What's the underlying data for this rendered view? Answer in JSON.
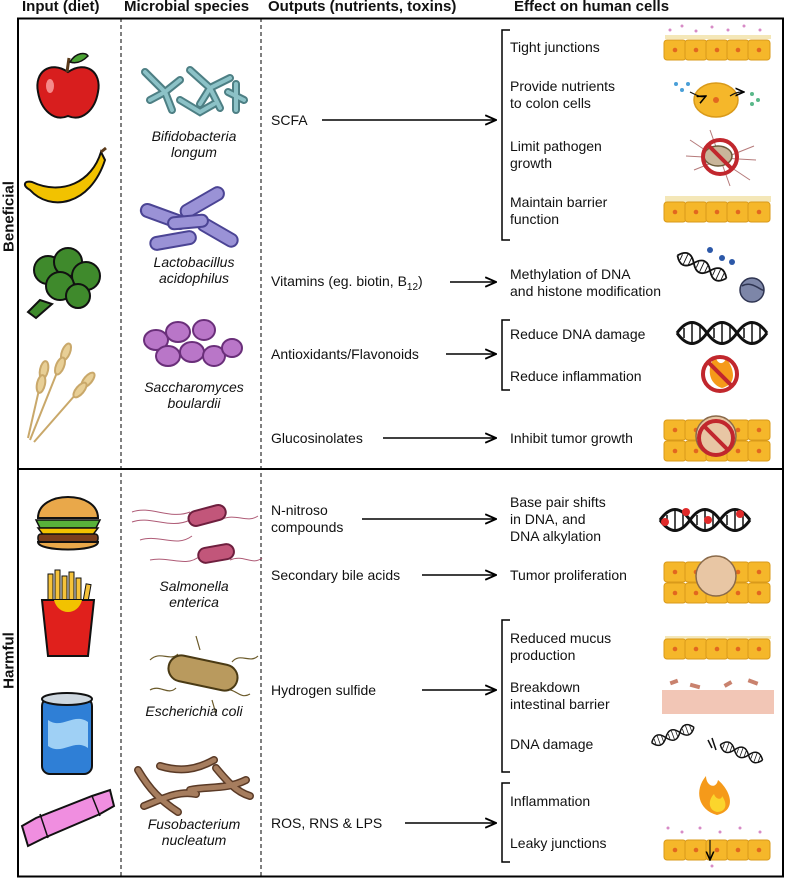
{
  "headers": {
    "input": "Input (diet)",
    "species": "Microbial species",
    "outputs": "Outputs (nutrients, toxins)",
    "effects": "Effect on human cells"
  },
  "sections": {
    "beneficial": "Beneficial",
    "harmful": "Harmful"
  },
  "diet": {
    "beneficial": [
      "apple",
      "banana",
      "broccoli",
      "wheat"
    ],
    "harmful": [
      "burger",
      "french fries",
      "soda can",
      "candy bar"
    ]
  },
  "species": {
    "bifidobacteria": [
      "Bifidobacteria",
      "longum"
    ],
    "lactobacillus": [
      "Lactobacillus",
      "acidophilus"
    ],
    "saccharomyces": [
      "Saccharomyces",
      "boulardii"
    ],
    "salmonella": [
      "Salmonella",
      "enterica"
    ],
    "escherichia": [
      "Escherichia coli"
    ],
    "fusobacterium": [
      "Fusobacterium",
      "nucleatum"
    ]
  },
  "outputs": {
    "scfa": "SCFA",
    "vitamins_prefix": "Vitamins (eg. biotin, B",
    "vitamins_sub": "12",
    "vitamins_suffix": ")",
    "antioxidants": "Antioxidants/Flavonoids",
    "glucosinolates": "Glucosinolates",
    "nnitroso": [
      "N-nitroso",
      "compounds"
    ],
    "bile": "Secondary bile acids",
    "h2s": "Hydrogen sulfide",
    "ros": "ROS, RNS & LPS"
  },
  "effects": {
    "tight": "Tight junctions",
    "nutrients": [
      "Provide nutrients",
      "to colon cells"
    ],
    "pathogen": [
      "Limit pathogen",
      "growth"
    ],
    "barrier": [
      "Maintain barrier",
      "function"
    ],
    "methylation": [
      "Methylation of DNA",
      "and histone modification"
    ],
    "dna_damage_reduce": "Reduce DNA damage",
    "inflammation_reduce": "Reduce inflammation",
    "tumor_inhibit": "Inhibit tumor growth",
    "basepair": [
      "Base pair shifts",
      "in DNA, and",
      "DNA alkylation"
    ],
    "tumor_prolif": "Tumor proliferation",
    "mucus": [
      "Reduced mucus",
      "production"
    ],
    "breakdown": [
      "Breakdown",
      "intestinal barrier"
    ],
    "dna_damage": "DNA damage",
    "inflammation": "Inflammation",
    "leaky": "Leaky junctions"
  },
  "icons": {
    "effects": [
      "cell-layer-icon",
      "nutrient-uptake-cell-icon",
      "pathogen-blocked-icon",
      "barrier-cells-icon",
      "dna-histone-icon",
      "dna-icon",
      "no-fire-icon",
      "tumor-blocked-icon",
      "dna-adducts-icon",
      "tumor-cells-icon",
      "cell-layer-icon",
      "damaged-barrier-icon",
      "broken-dna-icon",
      "flame-icon",
      "leaky-cells-icon"
    ]
  },
  "colors": {
    "frame": "#000000",
    "apple": "#d81e1e",
    "banana": "#f2c200",
    "broccoli": "#3f8a2c",
    "bacteria_teal": "#6fa3a8",
    "bacteria_purple": "#8f86c9",
    "yeast": "#a965b8",
    "cell_orange": "#f5b72a",
    "no_sign": "#c1272d"
  }
}
